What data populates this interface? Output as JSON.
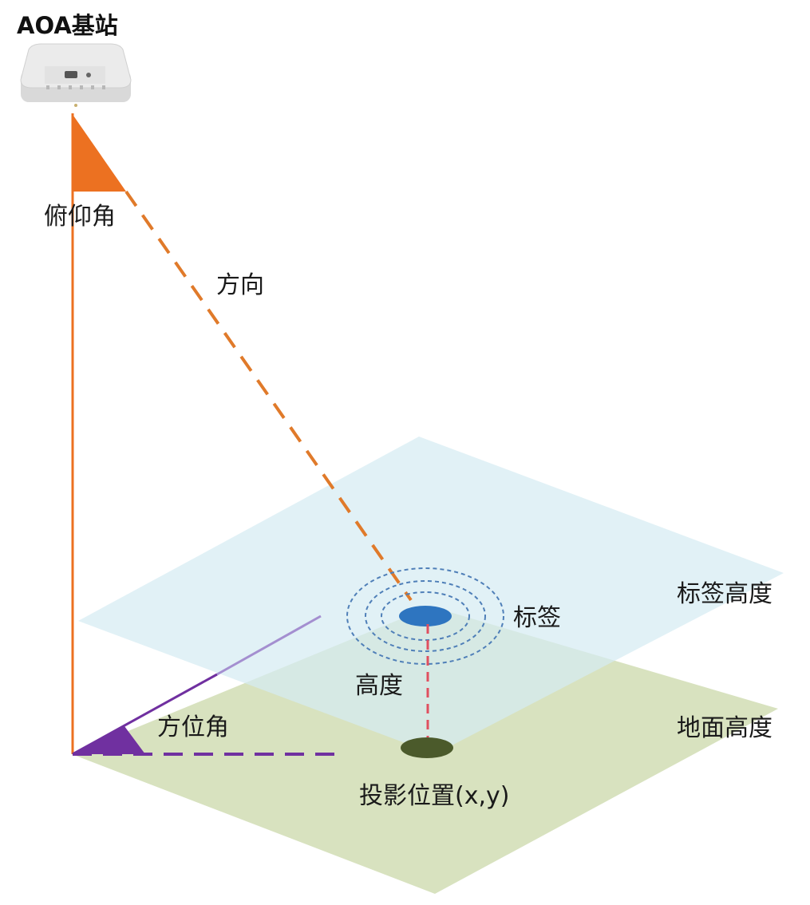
{
  "title": "AOA基站",
  "labels": {
    "elevation_angle": "俯仰角",
    "direction": "方向",
    "tag": "标签",
    "tag_height_plane": "标签高度",
    "height": "高度",
    "azimuth_angle": "方位角",
    "ground_height_plane": "地面高度",
    "projection": "投影位置(x,y)"
  },
  "colors": {
    "orange": "#ec7121",
    "purple": "#7030a0",
    "tag_plane": "#dceff4",
    "ground_plane": "#d8e2bf",
    "tag_dot": "#2e75c0",
    "projection_dot": "#4b5a2b",
    "height_line": "#e04f5f",
    "ring": "#4f7fb8"
  }
}
